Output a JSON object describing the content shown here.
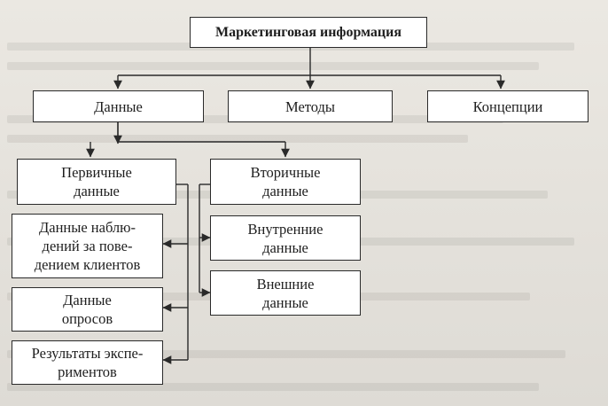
{
  "diagram": {
    "root": "Маркетинговая информация",
    "level1": [
      "Данные",
      "Методы",
      "Концепции"
    ],
    "primary": {
      "label": [
        "Первичные",
        "данные"
      ],
      "items": [
        [
          "Данные наблю-",
          "дений за пове-",
          "дением клиентов"
        ],
        [
          "Данные",
          "опросов"
        ],
        [
          "Результаты экспе-",
          "риментов"
        ]
      ]
    },
    "secondary": {
      "label": [
        "Вторичные",
        "данные"
      ],
      "items": [
        [
          "Внутренние",
          "данные"
        ],
        [
          "Внешние",
          "данные"
        ]
      ]
    }
  }
}
